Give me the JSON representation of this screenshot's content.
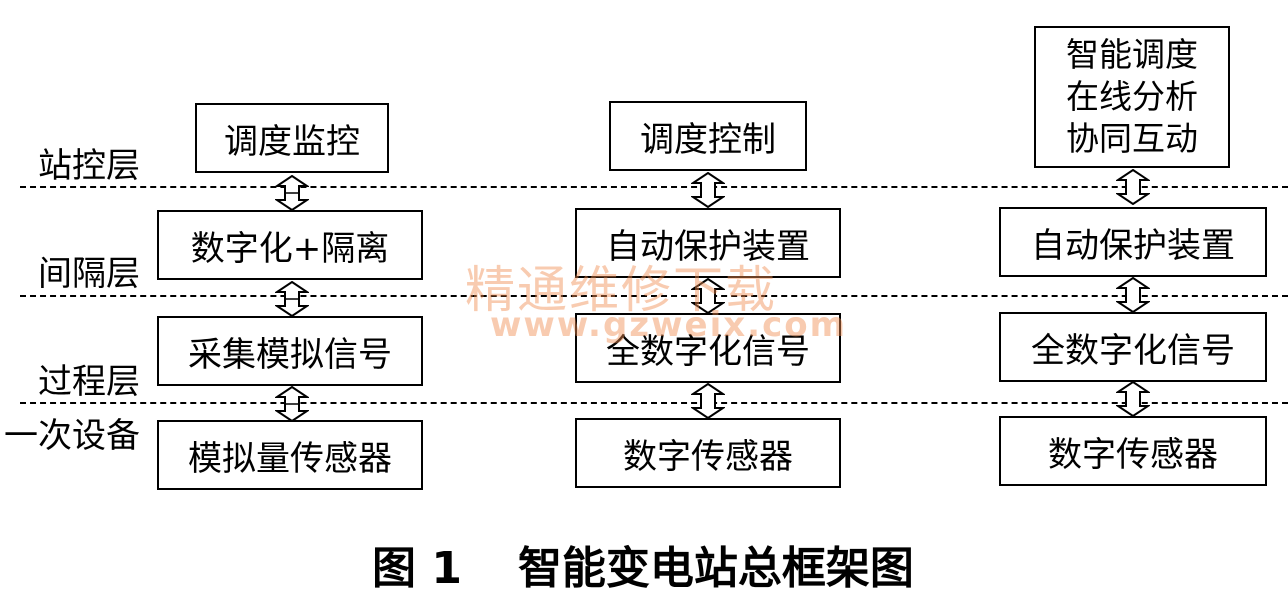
{
  "layers": {
    "station": "站控层",
    "bay": "间隔层",
    "process": "过程层",
    "primary": "一次设备"
  },
  "columns": [
    {
      "top": "调度监控",
      "bay": "数字化+隔离",
      "process": "采集模拟信号",
      "sensor": "模拟量传感器"
    },
    {
      "top": "调度控制",
      "bay": "自动保护装置",
      "process": "全数字化信号",
      "sensor": "数字传感器"
    },
    {
      "top_lines": [
        "智能调度",
        "在线分析",
        "协同互动"
      ],
      "bay": "自动保护装置",
      "process": "全数字化信号",
      "sensor": "数字传感器"
    }
  ],
  "watermark": {
    "text": "精通维修下载",
    "url": "www.gzweix.com"
  },
  "caption": {
    "number": "图 1",
    "title": "智能变电站总框架图"
  }
}
